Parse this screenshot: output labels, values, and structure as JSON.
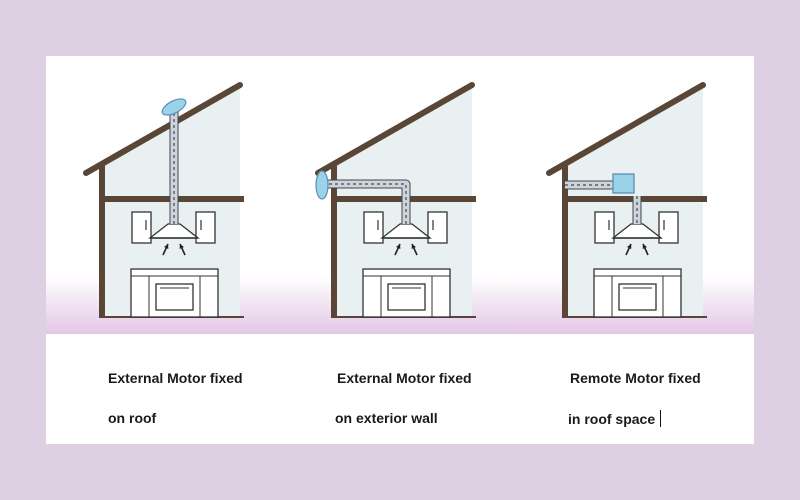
{
  "colors": {
    "background": "#ddd0e3",
    "panel": "#ffffff",
    "wall": "#5a4636",
    "interior": "#e9f0f2",
    "floor_gradient_bottom": "#e3c7e6",
    "duct_fill": "#cfd4da",
    "duct_dash": "#3b4654",
    "motor": "#9ad2ea",
    "motor_edge": "#5a8fb0"
  },
  "diagrams": [
    {
      "motor_position": "roof",
      "motor_icon": "disc-motor-icon"
    },
    {
      "motor_position": "exterior-wall",
      "motor_icon": "disc-motor-icon"
    },
    {
      "motor_position": "roof-space",
      "motor_icon": "box-motor-icon"
    }
  ],
  "captions": [
    {
      "line1": "External Motor fixed",
      "line2": "on roof"
    },
    {
      "line1": "External Motor fixed",
      "line2": "on exterior wall"
    },
    {
      "line1": "Remote Motor fixed",
      "line2": "in roof space"
    }
  ]
}
